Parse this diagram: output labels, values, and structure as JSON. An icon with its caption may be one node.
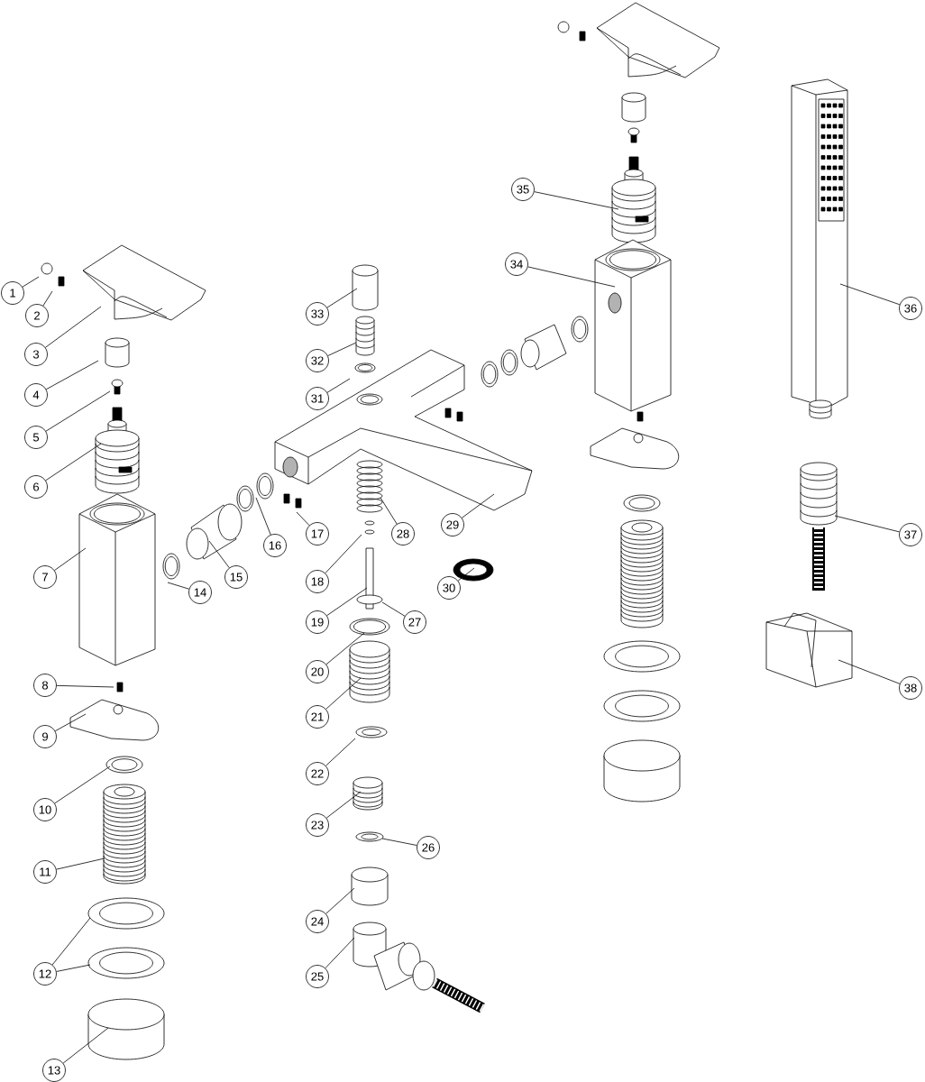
{
  "diagram": {
    "nodes": [
      {
        "text": [
          "1"
        ]
      },
      {
        "text": [
          "2"
        ]
      },
      {
        "text": [
          "3"
        ]
      },
      {
        "text": [
          "4"
        ]
      },
      {
        "text": [
          "5"
        ]
      },
      {
        "text": [
          "6"
        ]
      },
      {
        "text": [
          "7"
        ]
      },
      {
        "text": [
          "8"
        ]
      },
      {
        "text": [
          "9"
        ]
      },
      {
        "text": [
          "10"
        ]
      },
      {
        "text": [
          "11"
        ]
      },
      {
        "text": [
          "12"
        ]
      },
      {
        "text": [
          "13"
        ]
      },
      {
        "text": [
          "14"
        ]
      },
      {
        "text": [
          "15"
        ]
      },
      {
        "text": [
          "16"
        ]
      },
      {
        "text": [
          "17"
        ]
      },
      {
        "text": [
          "18"
        ]
      },
      {
        "text": [
          "19"
        ]
      },
      {
        "text": [
          "20"
        ]
      },
      {
        "text": [
          "21"
        ]
      },
      {
        "text": [
          "22"
        ]
      },
      {
        "text": [
          "23"
        ]
      },
      {
        "text": [
          "24"
        ]
      },
      {
        "text": [
          "25"
        ]
      },
      {
        "text": [
          "26"
        ]
      },
      {
        "text": [
          "27"
        ]
      },
      {
        "text": [
          "28"
        ]
      },
      {
        "text": [
          "29"
        ]
      },
      {
        "text": [
          "30"
        ]
      },
      {
        "text": [
          "31"
        ]
      },
      {
        "text": [
          "32"
        ]
      },
      {
        "text": [
          "33"
        ]
      },
      {
        "text": [
          "34"
        ]
      },
      {
        "text": [
          "35"
        ]
      },
      {
        "text": [
          "36"
        ]
      },
      {
        "text": [
          "37"
        ]
      },
      {
        "text": [
          "38"
        ]
      }
    ],
    "edges": [
      {
        "from": 0,
        "to": null,
        "arrow": "none"
      },
      {
        "from": 1,
        "to": null,
        "arrow": "none"
      },
      {
        "from": 2,
        "to": null,
        "arrow": "none"
      },
      {
        "from": 3,
        "to": null,
        "arrow": "none"
      },
      {
        "from": 4,
        "to": null,
        "arrow": "none"
      },
      {
        "from": 5,
        "to": null,
        "arrow": "none"
      },
      {
        "from": 6,
        "to": null,
        "arrow": "none"
      },
      {
        "from": 7,
        "to": null,
        "arrow": "none"
      },
      {
        "from": 8,
        "to": null,
        "arrow": "none"
      },
      {
        "from": 9,
        "to": null,
        "arrow": "none"
      },
      {
        "from": 10,
        "to": null,
        "arrow": "none"
      },
      {
        "from": 11,
        "to": null,
        "arrow": "none"
      },
      {
        "from": 11,
        "to": null,
        "arrow": "none"
      },
      {
        "from": 12,
        "to": null,
        "arrow": "none"
      },
      {
        "from": 13,
        "to": null,
        "arrow": "none"
      },
      {
        "from": 14,
        "to": null,
        "arrow": "none"
      },
      {
        "from": 15,
        "to": null,
        "arrow": "none"
      },
      {
        "from": 16,
        "to": null,
        "arrow": "none"
      },
      {
        "from": 17,
        "to": null,
        "arrow": "none"
      },
      {
        "from": 18,
        "to": null,
        "arrow": "none"
      },
      {
        "from": 19,
        "to": null,
        "arrow": "none"
      },
      {
        "from": 20,
        "to": null,
        "arrow": "none"
      },
      {
        "from": 21,
        "to": null,
        "arrow": "none"
      },
      {
        "from": 22,
        "to": null,
        "arrow": "none"
      },
      {
        "from": 23,
        "to": null,
        "arrow": "none"
      },
      {
        "from": 24,
        "to": null,
        "arrow": "none"
      },
      {
        "from": 25,
        "to": null,
        "arrow": "none"
      },
      {
        "from": 26,
        "to": null,
        "arrow": "none"
      },
      {
        "from": 27,
        "to": null,
        "arrow": "none"
      },
      {
        "from": 28,
        "to": null,
        "arrow": "none"
      },
      {
        "from": 29,
        "to": null,
        "arrow": "none"
      },
      {
        "from": 30,
        "to": null,
        "arrow": "none"
      },
      {
        "from": 31,
        "to": null,
        "arrow": "none"
      },
      {
        "from": 32,
        "to": null,
        "arrow": "none"
      },
      {
        "from": 33,
        "to": null,
        "arrow": "none"
      },
      {
        "from": 34,
        "to": null,
        "arrow": "none"
      },
      {
        "from": 35,
        "to": null,
        "arrow": "none"
      },
      {
        "from": 36,
        "to": null,
        "arrow": "none"
      },
      {
        "from": 37,
        "to": null,
        "arrow": "none"
      }
    ]
  }
}
